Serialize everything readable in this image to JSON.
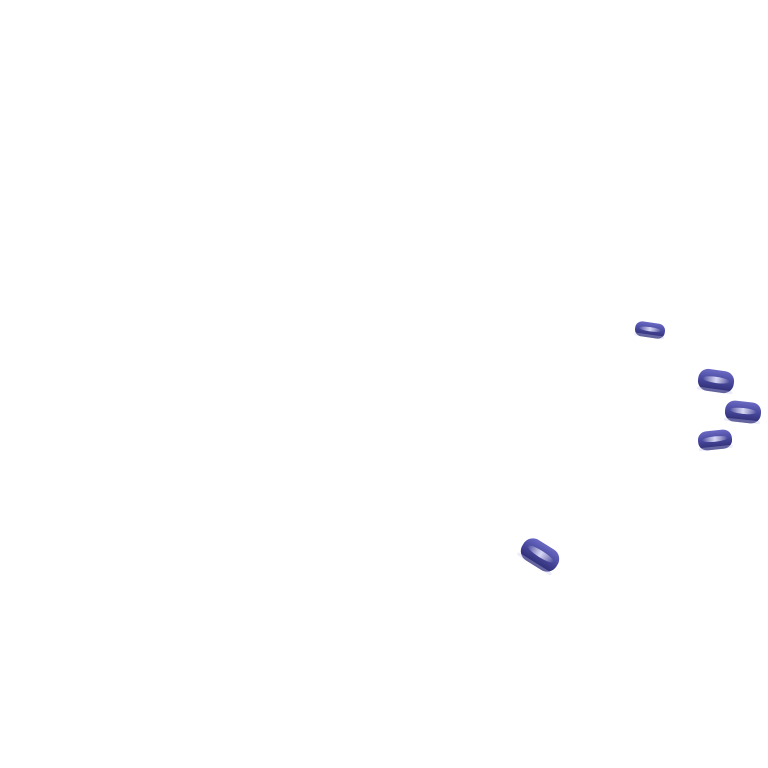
{
  "image": {
    "background_color": "#ffffff",
    "subject": "painted-fingernails",
    "nail_color": "#4a4aa0",
    "nail_highlight_color": "#c8c8f0",
    "nail_shadow_color": "#2a2a6e",
    "nails": [
      {
        "id": "thumb"
      },
      {
        "id": "index"
      },
      {
        "id": "middle"
      },
      {
        "id": "ring"
      },
      {
        "id": "pinky"
      }
    ]
  }
}
